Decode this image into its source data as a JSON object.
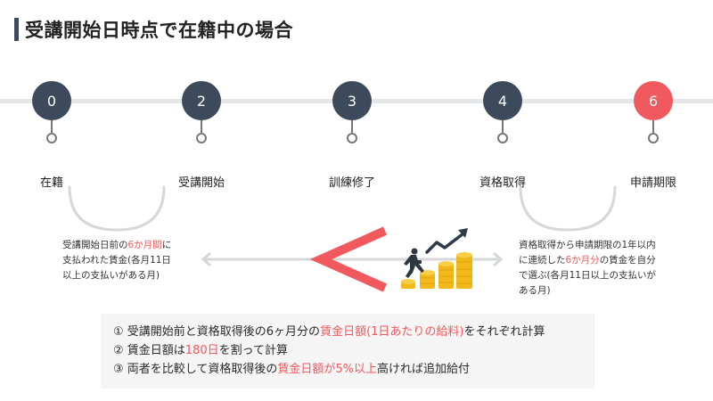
{
  "header": {
    "title": "受講開始日時点で在籍中の場合"
  },
  "milestones": [
    {
      "number": "0",
      "label": "在籍"
    },
    {
      "number": "2",
      "label": "受講開始"
    },
    {
      "number": "3",
      "label": "訓練修了"
    },
    {
      "number": "4",
      "label": "資格取得"
    },
    {
      "number": "6",
      "label": "申請期限"
    }
  ],
  "notes": {
    "left": {
      "line1_a": "受講開始日前の",
      "line1_red": "6か月間",
      "line1_b": "に",
      "line2": "支払われた賃金(各月11日",
      "line3": "以上の支払いがある月)"
    },
    "right": {
      "line1": "資格取得から申請期限の1年以内",
      "line2_a": "に連続した",
      "line2_red": "6か月分",
      "line2_b": "の賃金を自分",
      "line3": "で選ぶ(各月11日以上の支払いが",
      "line4": "ある月)"
    }
  },
  "summary": {
    "line1_a": "① 受講開始前と資格取得後の6ヶ月分の",
    "line1_red": "賃金日額(1日あたりの給料)",
    "line1_b": "をそれぞれ計算",
    "line2_a": "② 賃金日額は",
    "line2_red": "180日",
    "line2_b": "を割って計算",
    "line3_a": "③ 両者を比較して資格取得後の",
    "line3_red": "賃金日額が5%以上",
    "line3_b": "高ければ追加給付"
  },
  "colors": {
    "navy": "#3d4a5c",
    "accent_red": "#f05a5e",
    "gold": "#f2b81a"
  }
}
